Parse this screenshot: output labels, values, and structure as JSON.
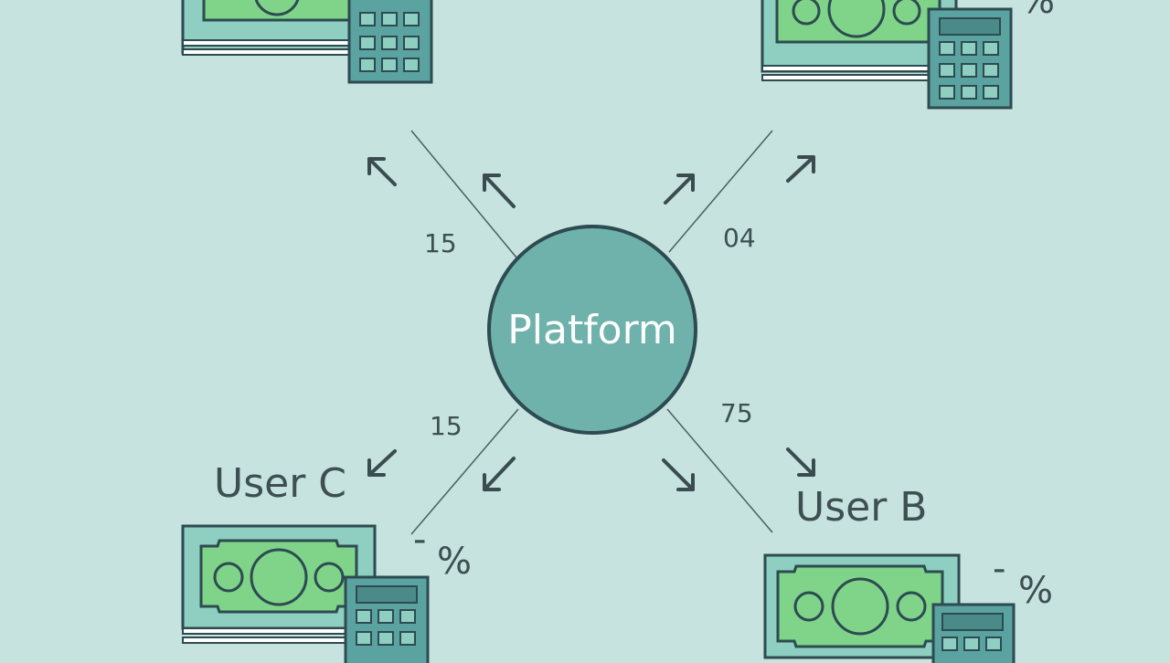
{
  "center": {
    "label": "Platform"
  },
  "values": {
    "top_left": "15",
    "top_right": "04",
    "bottom_left": "15",
    "bottom_right": "75"
  },
  "users": {
    "bottom_left": "User C",
    "bottom_right": "User B"
  },
  "symbols": {
    "dash": "-",
    "percent": "%"
  },
  "colors": {
    "background": "#c6e3df",
    "platform_fill": "#6fb2ac",
    "outline": "#2d4b50",
    "money_green": "#7fd48a",
    "bill_frame": "#8ecfc2",
    "calculator": "#5aa3a0"
  },
  "icons": [
    "money-calculator-icon",
    "arrow-icon"
  ]
}
